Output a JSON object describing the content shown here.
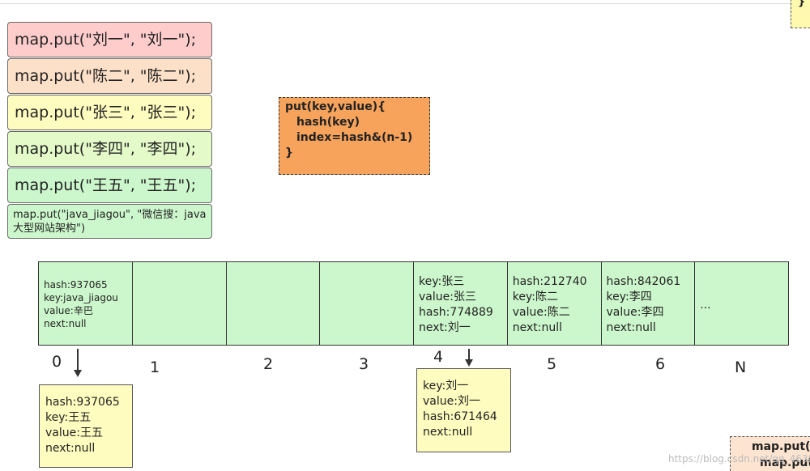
{
  "put_calls": [
    {
      "text": "map.put(\"刘一\", \"刘一\");",
      "color": "#ffcccc"
    },
    {
      "text": "map.put(\"陈二\", \"陈二\");",
      "color": "#fde0c8"
    },
    {
      "text": "map.put(\"张三\", \"张三\");",
      "color": "#fffcbf"
    },
    {
      "text": "map.put(\"李四\", \"李四\");",
      "color": "#e4fbc9"
    },
    {
      "text": "map.put(\"王五\", \"王五\");",
      "color": "#ccf7cc"
    },
    {
      "text": "map.put(\"java_jiagou\", \"微信搜：java大型网站架构\")",
      "color": "#ccf7cc"
    }
  ],
  "code": {
    "line1": "put(key,value){",
    "line2": "hash(key)",
    "line3": "index=hash&(n-1)",
    "line4": "}"
  },
  "corner_snippet": "}",
  "array_cells": [
    {
      "lines": [
        "hash:937065",
        "key:java_jiagou",
        "value:辛巴",
        "next:null"
      ]
    },
    {
      "lines": []
    },
    {
      "lines": []
    },
    {
      "lines": []
    },
    {
      "lines": [
        "key:张三",
        "value:张三",
        "hash:774889",
        "next:刘一"
      ]
    },
    {
      "lines": [
        "hash:212740",
        "key:陈二",
        "value:陈二",
        "next:null"
      ]
    },
    {
      "lines": [
        "hash:842061",
        "key:李四",
        "value:李四",
        "next:null"
      ]
    },
    {
      "lines": [
        "..."
      ]
    }
  ],
  "indices": [
    "0",
    "1",
    "2",
    "3",
    "4",
    "5",
    "6",
    "N"
  ],
  "linked_nodes": [
    {
      "lines": [
        "hash:937065",
        "key:王五",
        "value:王五",
        "next:null"
      ]
    },
    {
      "lines": [
        "key:刘一",
        "value:刘一",
        "hash:671464",
        "next:null"
      ]
    }
  ],
  "bottom_right": {
    "line1": "map.put(",
    "line2": "map.put"
  },
  "watermark": "https://blog.csdn.net/qq_46388..."
}
